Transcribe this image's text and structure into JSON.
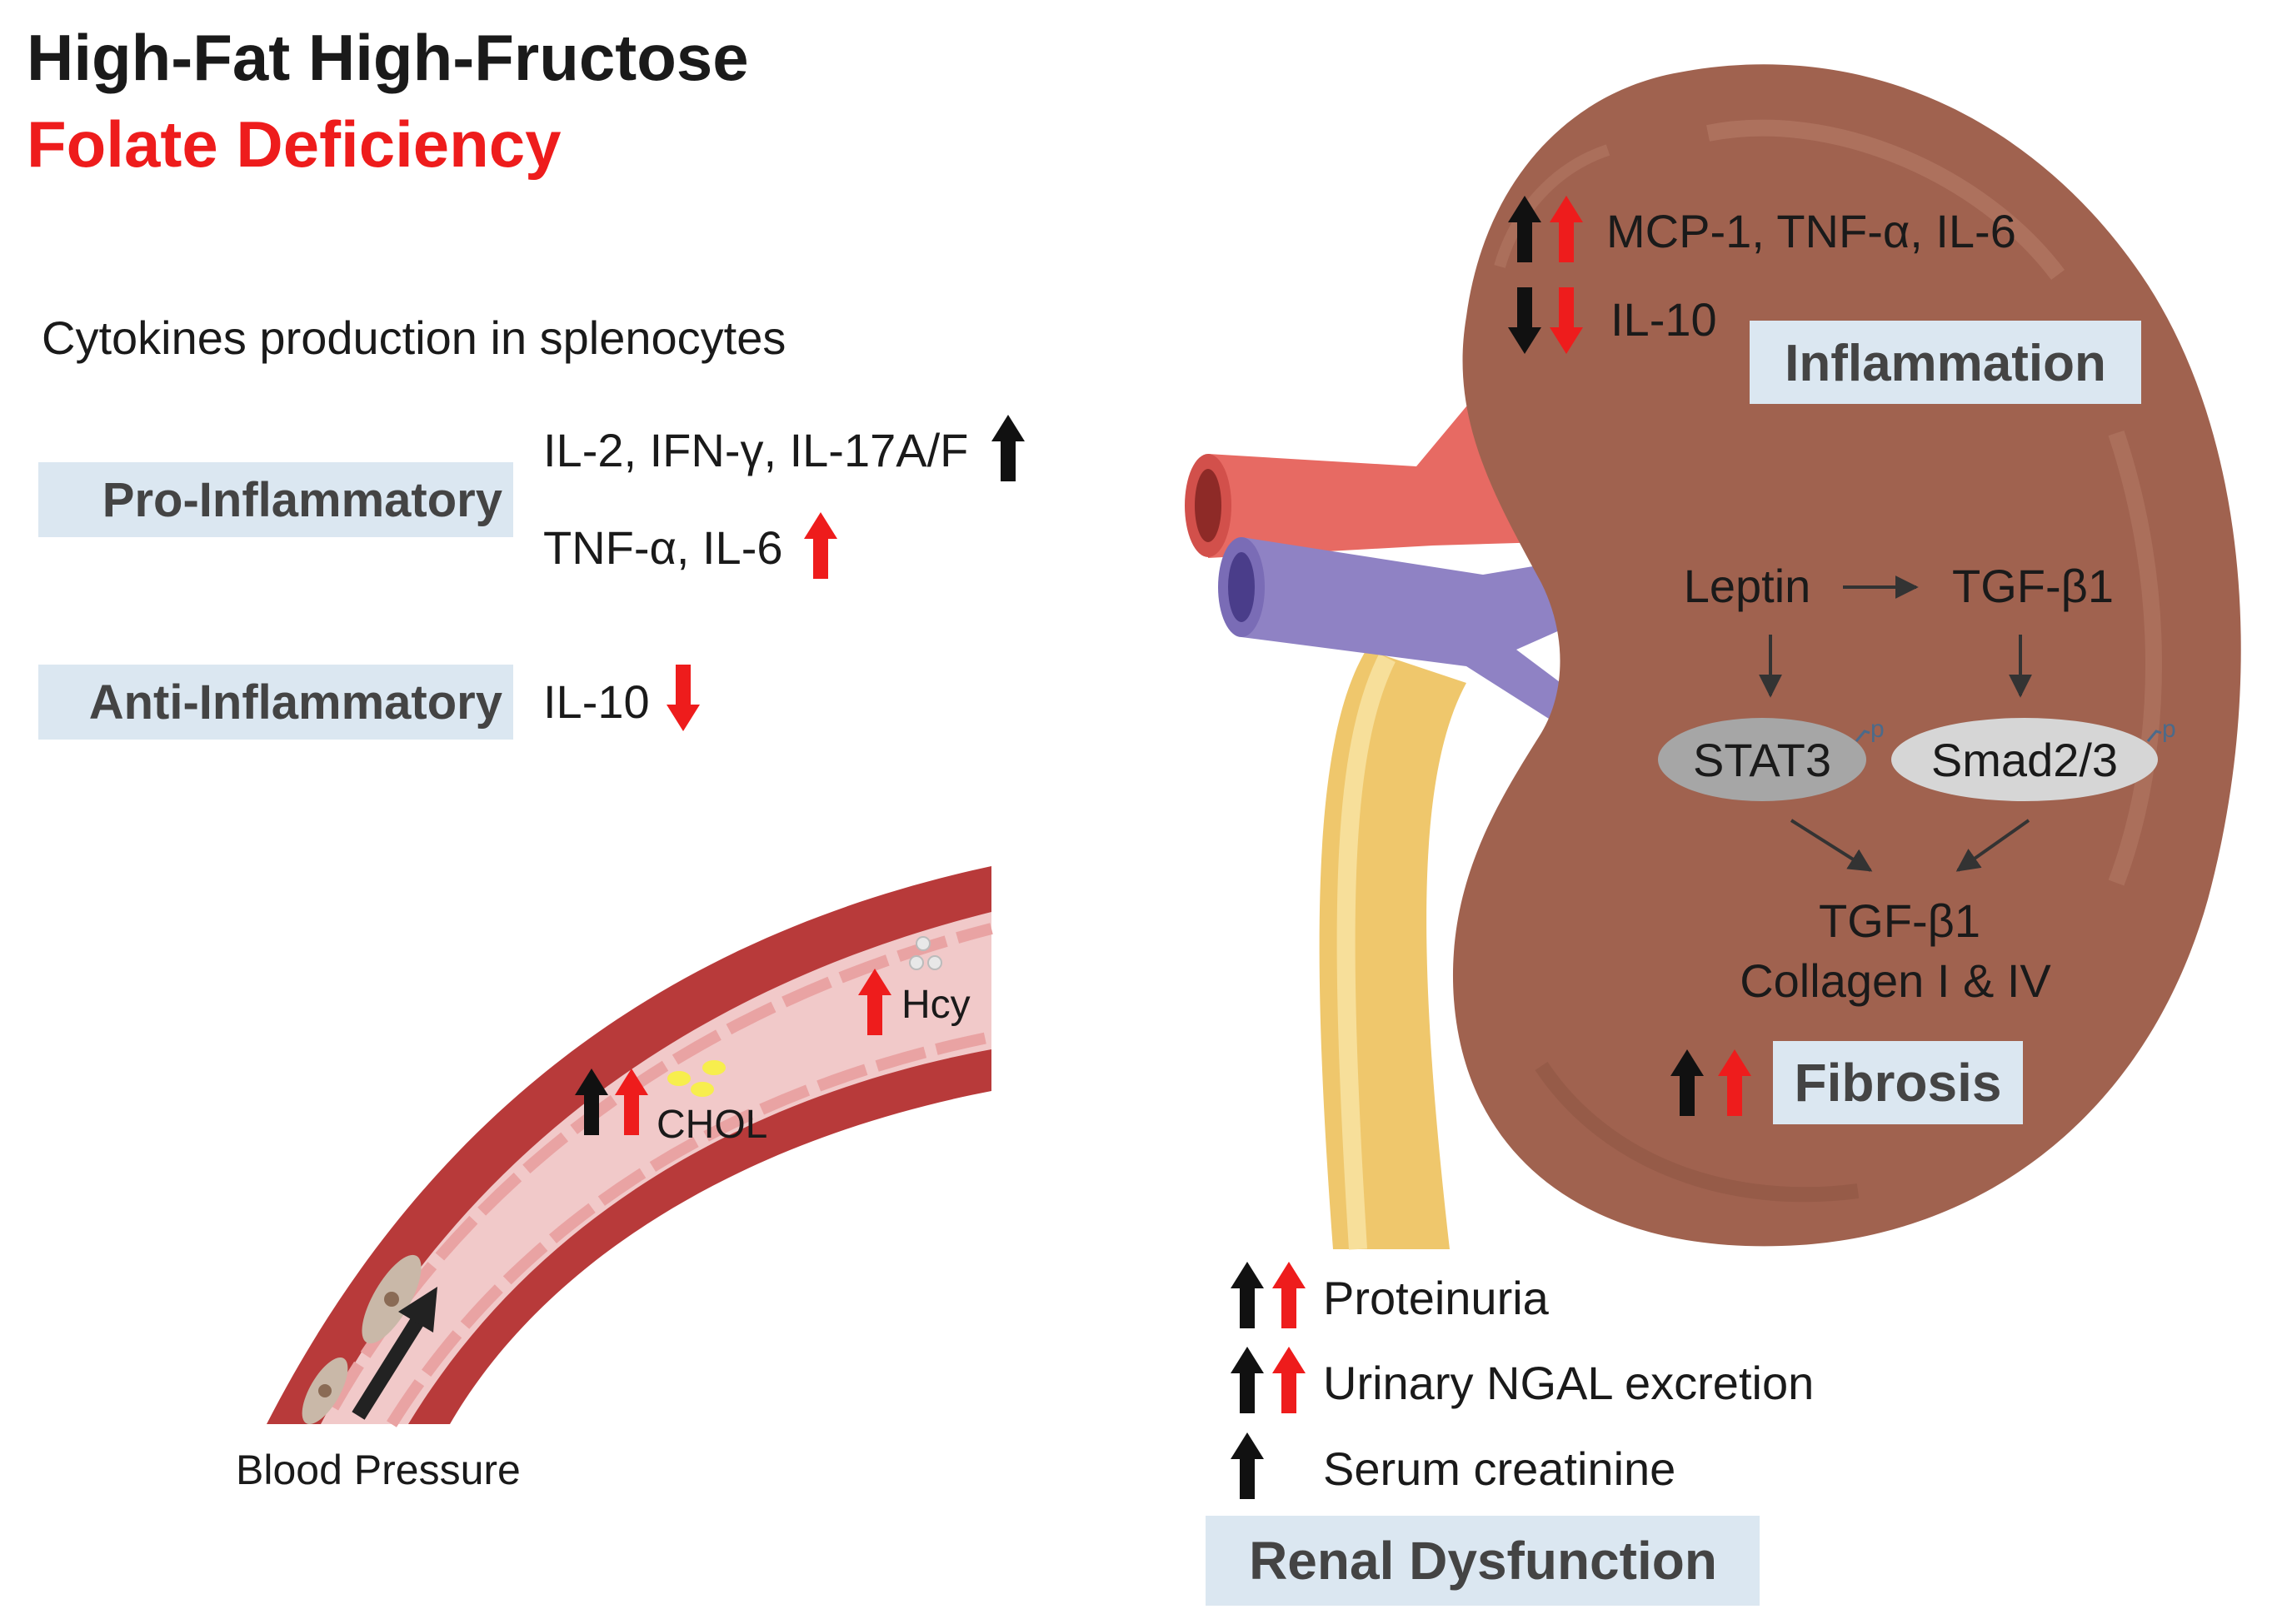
{
  "title": {
    "line1": "High-Fat High-Fructose",
    "line2": "Folate Deficiency"
  },
  "splenocytes": {
    "heading": "Cytokines production in splenocytes",
    "pro_box": "Pro-Inflammatory",
    "pro_items": [
      "IL-2, IFN-γ, IL-17A/F",
      "TNF-α, IL-6"
    ],
    "anti_box": "Anti-Inflammatory",
    "anti_items": [
      "IL-10"
    ]
  },
  "vessel": {
    "hcy": "Hcy",
    "chol": "CHOL",
    "blood_pressure": "Blood Pressure"
  },
  "kidney": {
    "inflam_up": "MCP-1, TNF-α, IL-6",
    "inflam_down": "IL-10",
    "inflammation_box": "Inflammation",
    "leptin": "Leptin",
    "tgf_top": "TGF-β1",
    "stat3": "STAT3",
    "smad": "Smad2/3",
    "phospho": "p",
    "tgf_bottom": "TGF-β1",
    "collagen": "Collagen I & IV",
    "fibrosis_box": "Fibrosis"
  },
  "renal": {
    "items": [
      "Proteinuria",
      "Urinary NGAL excretion",
      "Serum creatinine"
    ],
    "box": "Renal Dysfunction"
  },
  "colors": {
    "red": "#ee1c1c",
    "black": "#111111",
    "label_box": "#dbe7f1",
    "kidney": "#a0624f",
    "artery": "#e76a63",
    "vein": "#8f82c4",
    "ureter": "#efc76c",
    "vessel_wall": "#b83a3a",
    "vessel_lumen": "#f1c9c9"
  }
}
